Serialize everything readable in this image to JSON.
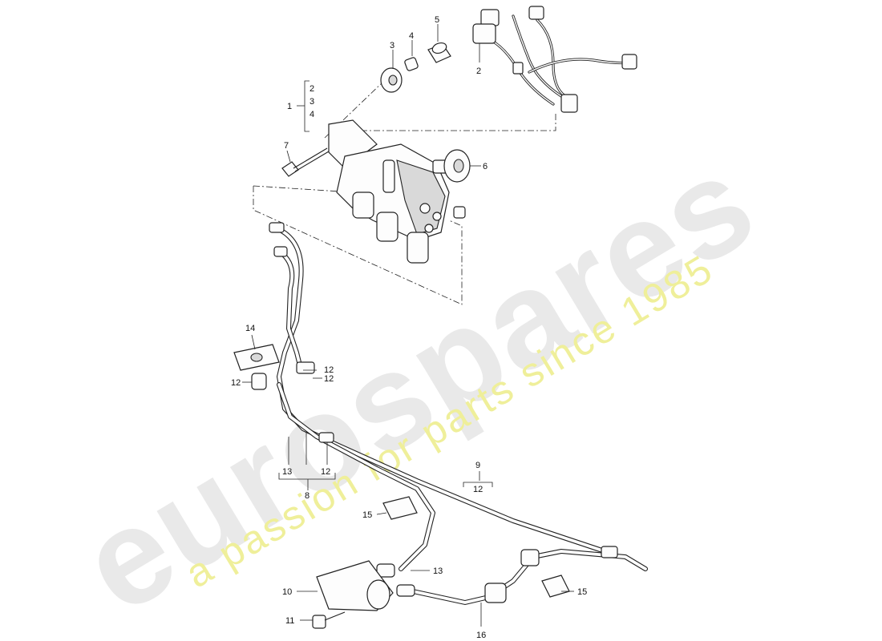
{
  "watermark": {
    "brand": "eurospares",
    "tagline": "a passion for parts since 1985"
  },
  "callouts": {
    "c1": "1",
    "c2": "2",
    "c3": "3",
    "c4": "4",
    "c5": "5",
    "c6": "6",
    "c7": "7",
    "c8": "8",
    "c9": "9",
    "c10": "10",
    "c11": "11",
    "c12a": "12",
    "c12b": "12",
    "c12c": "12",
    "c12d": "12",
    "c12e": "12",
    "c13a": "13",
    "c13b": "13",
    "c14": "14",
    "c15a": "15",
    "c15b": "15",
    "c16": "16"
  },
  "group1": {
    "items": [
      "2",
      "3",
      "4"
    ]
  }
}
